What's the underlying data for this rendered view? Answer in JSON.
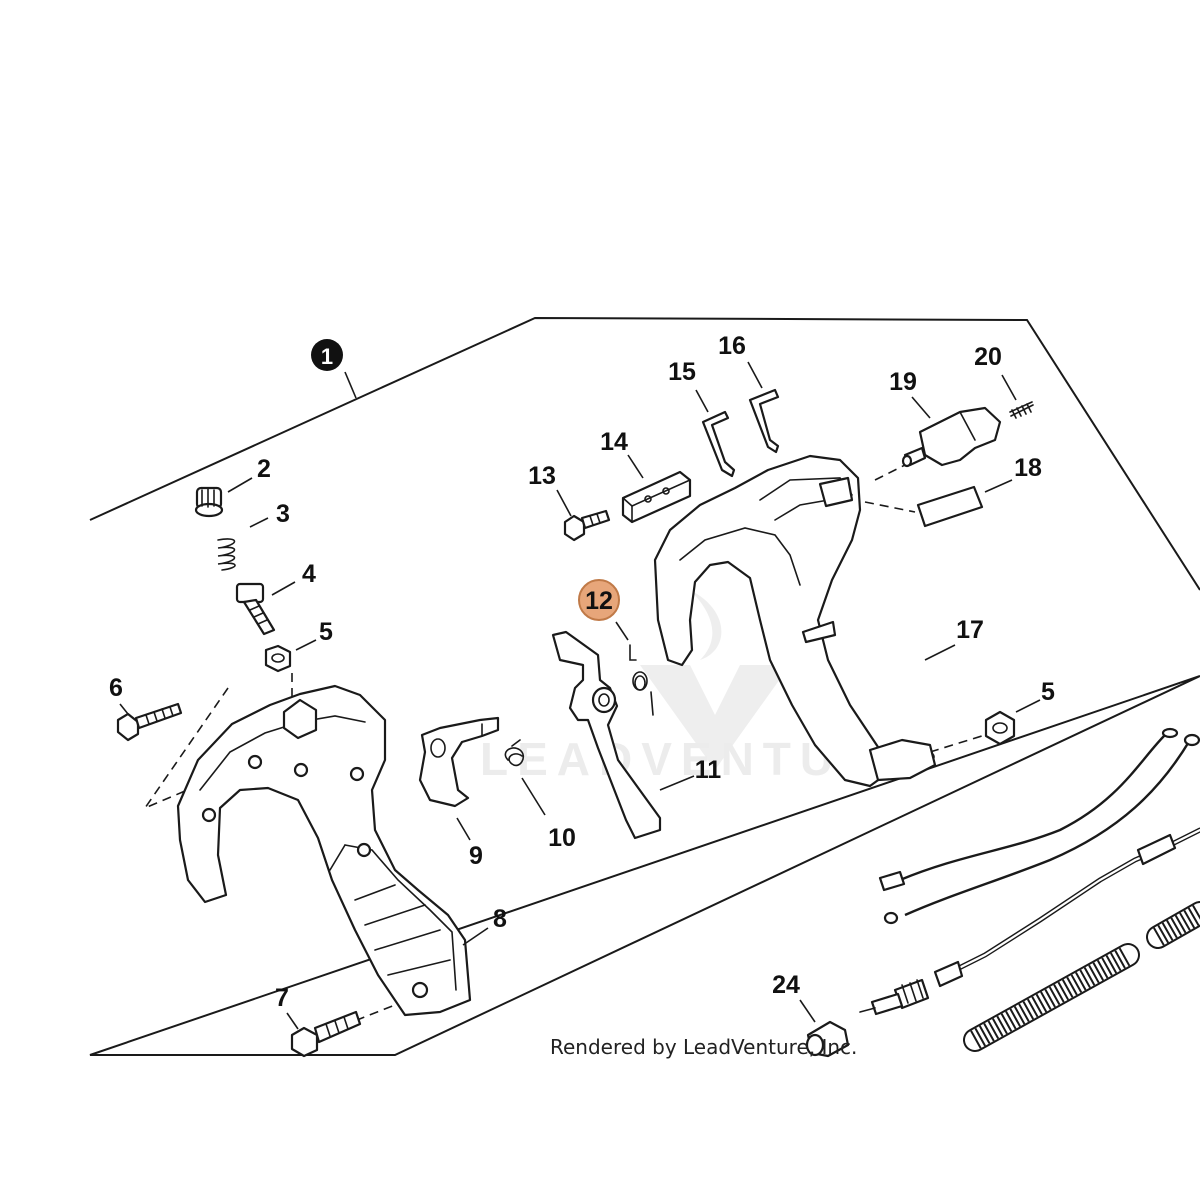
{
  "diagram": {
    "watermark_text": "LEADVENTURE",
    "credit_text": "Rendered by LeadVenture, Inc.",
    "assembly_label": "1",
    "highlight_color": "#e7a67a",
    "highlight_stroke": "#c07a48",
    "labels": [
      {
        "id": "2",
        "text": "2"
      },
      {
        "id": "3",
        "text": "3"
      },
      {
        "id": "4",
        "text": "4"
      },
      {
        "id": "5a",
        "text": "5"
      },
      {
        "id": "5b",
        "text": "5"
      },
      {
        "id": "6",
        "text": "6"
      },
      {
        "id": "7",
        "text": "7"
      },
      {
        "id": "8",
        "text": "8"
      },
      {
        "id": "9",
        "text": "9"
      },
      {
        "id": "10",
        "text": "10"
      },
      {
        "id": "11",
        "text": "11"
      },
      {
        "id": "12",
        "text": "12"
      },
      {
        "id": "13",
        "text": "13"
      },
      {
        "id": "14",
        "text": "14"
      },
      {
        "id": "15",
        "text": "15"
      },
      {
        "id": "16",
        "text": "16"
      },
      {
        "id": "17",
        "text": "17"
      },
      {
        "id": "18",
        "text": "18"
      },
      {
        "id": "19",
        "text": "19"
      },
      {
        "id": "20",
        "text": "20"
      },
      {
        "id": "24",
        "text": "24"
      }
    ]
  }
}
